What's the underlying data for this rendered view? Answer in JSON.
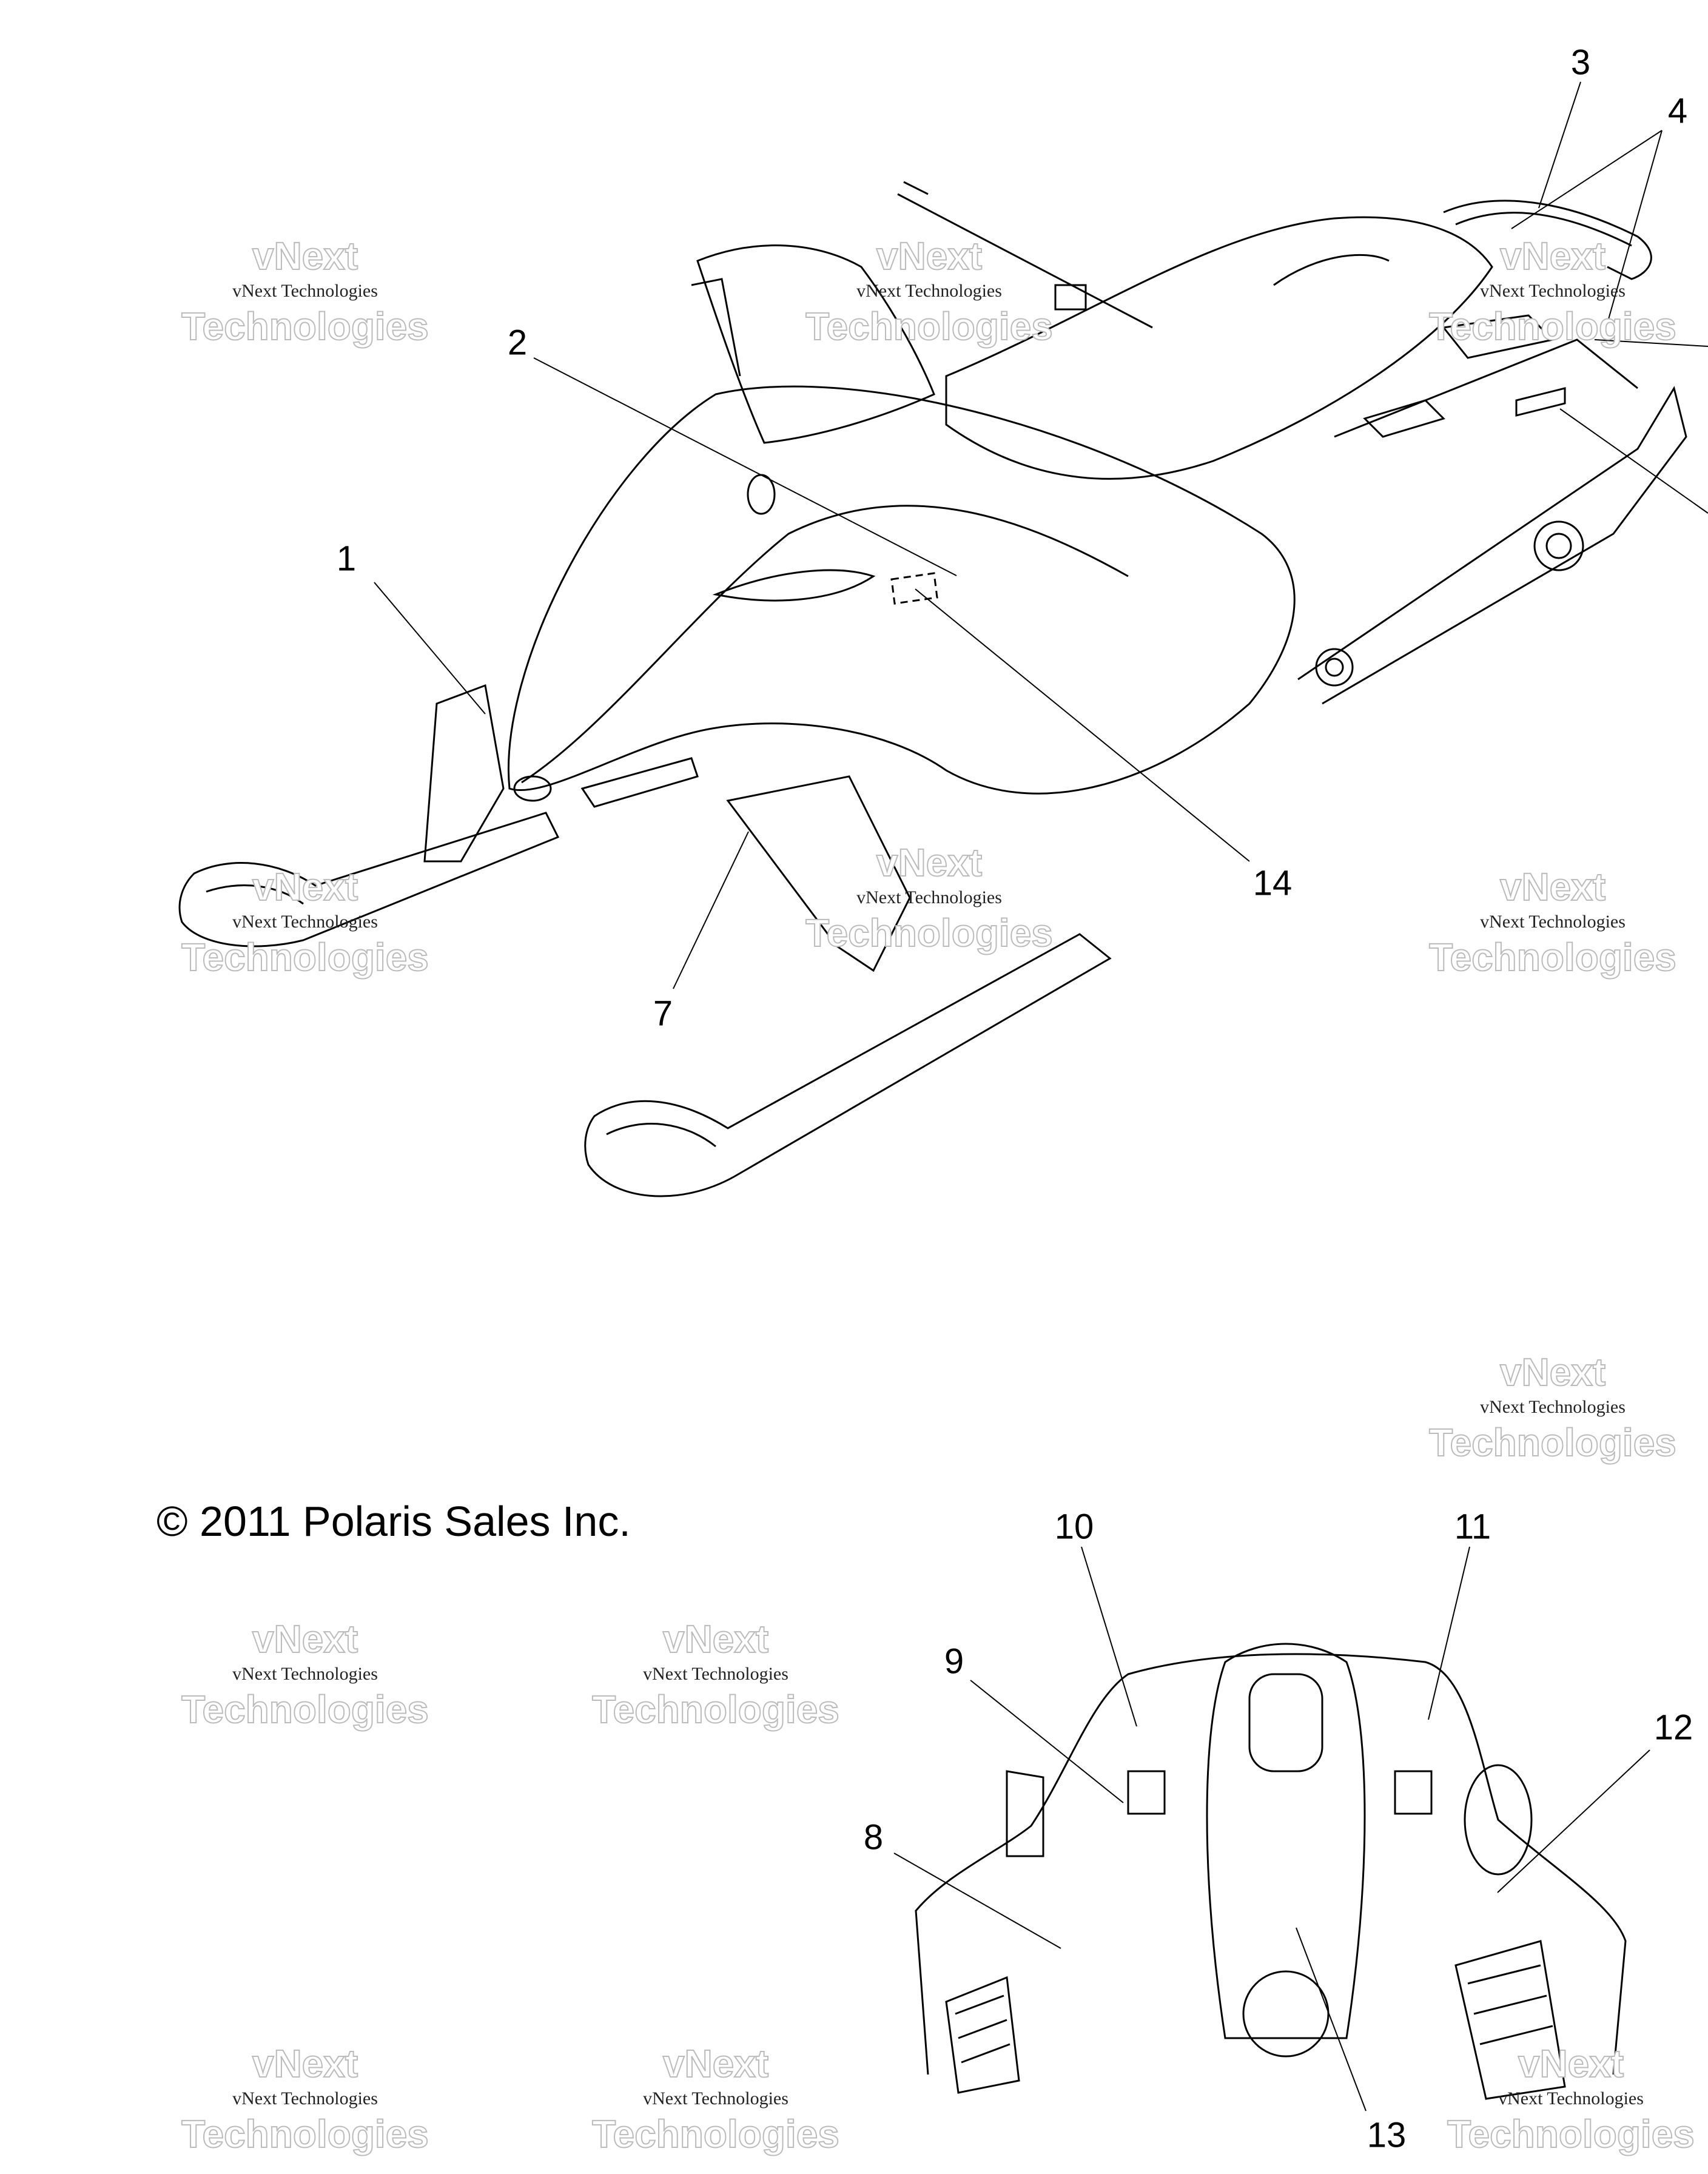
{
  "diagram": {
    "copyright": "© 2011 Polaris Sales Inc.",
    "callouts": {
      "c1": "1",
      "c2": "2",
      "c3": "3",
      "c4": "4",
      "c7": "7",
      "c8": "8",
      "c9": "9",
      "c10": "10",
      "c11": "11",
      "c12": "12",
      "c13": "13",
      "c14": "14"
    },
    "watermark": {
      "small": "vNext Technologies",
      "big_line1": "vNext",
      "big_line2": "Technologies"
    }
  }
}
